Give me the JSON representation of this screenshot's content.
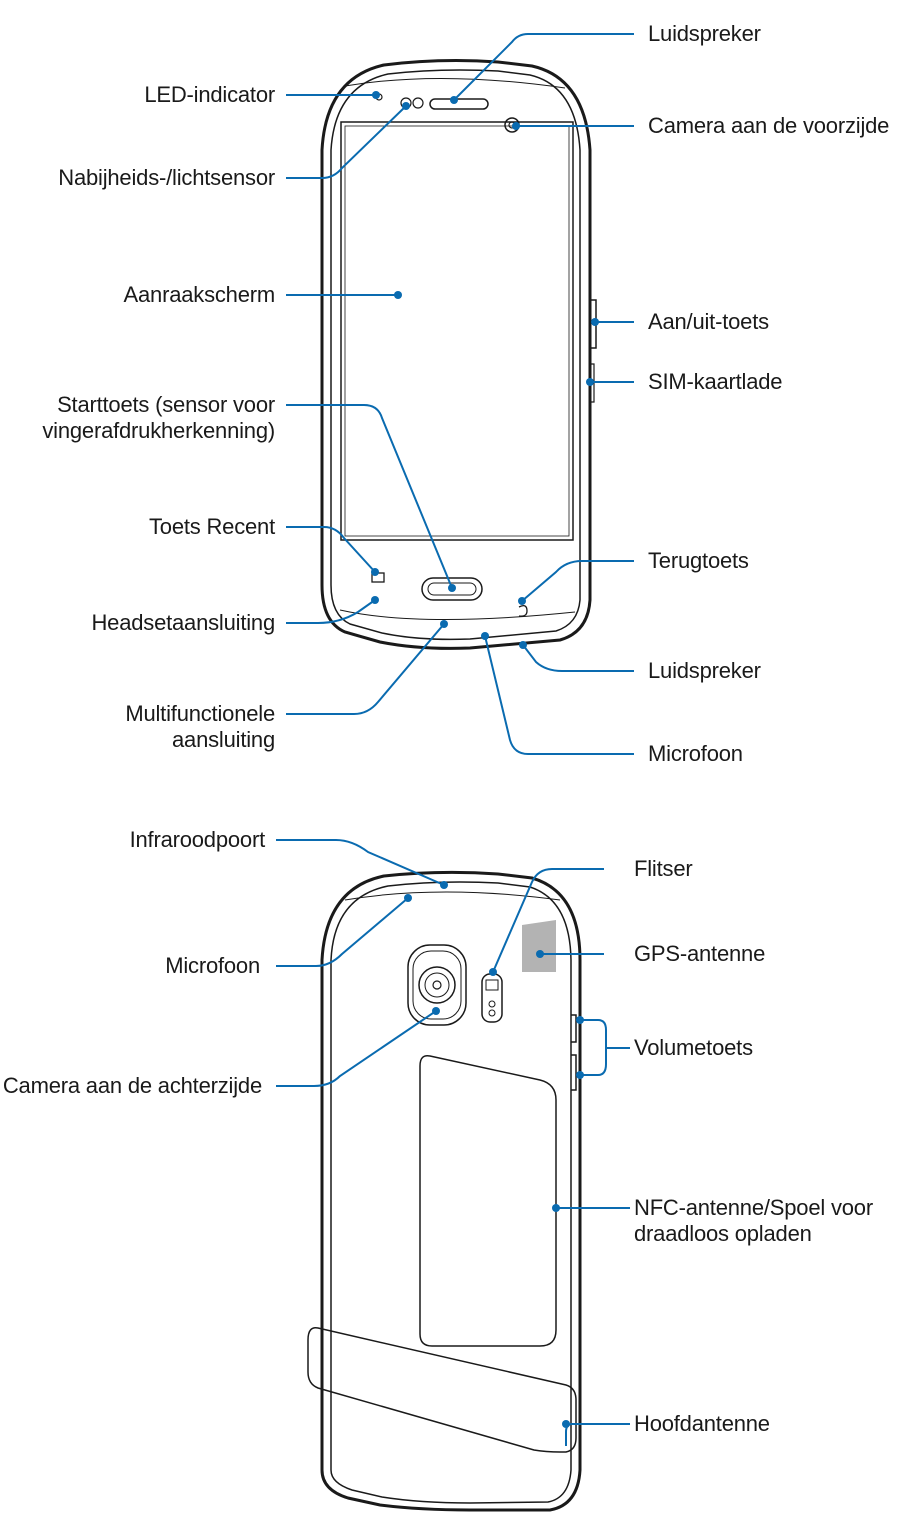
{
  "front": {
    "labels": {
      "luidspreker_top": "Luidspreker",
      "led": "LED-indicator",
      "camera_front": "Camera aan de voorzijde",
      "proximity": "Nabijheids-/lichtsensor",
      "touchscreen": "Aanraakscherm",
      "power": "Aan/uit-toets",
      "sim": "SIM-kaartlade",
      "home_line1": "Starttoets (sensor voor",
      "home_line2": "vingerafdrukherkenning)",
      "recent": "Toets Recent",
      "back": "Terugtoets",
      "headset": "Headsetaansluiting",
      "luidspreker_bottom": "Luidspreker",
      "multi_line1": "Multifunctionele",
      "multi_line2": "aansluiting",
      "mic": "Microfoon"
    }
  },
  "back": {
    "labels": {
      "infrared": "Infraroodpoort",
      "flash": "Flitser",
      "mic": "Microfoon",
      "gps": "GPS-antenne",
      "volume": "Volumetoets",
      "camera_rear": "Camera aan de achterzijde",
      "nfc_line1": "NFC-antenne/Spoel voor",
      "nfc_line2": "draadloos opladen",
      "main_antenna": "Hoofdantenne"
    }
  },
  "colors": {
    "callout": "#0a6bb0",
    "device_outline": "#1a1a1a",
    "gps_patch": "#b3b3b3"
  }
}
